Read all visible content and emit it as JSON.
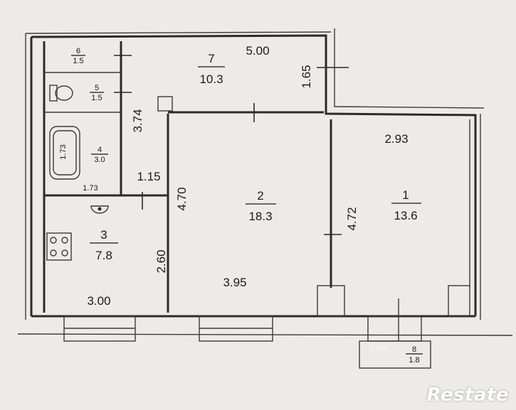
{
  "rooms": [
    {
      "id": "r6",
      "number": "6",
      "area": "1.5"
    },
    {
      "id": "r5",
      "number": "5",
      "area": "1.5"
    },
    {
      "id": "r4",
      "number": "4",
      "area": "3.0"
    },
    {
      "id": "r7",
      "number": "7",
      "area": "10.3"
    },
    {
      "id": "r2",
      "number": "2",
      "area": "18.3"
    },
    {
      "id": "r1",
      "number": "1",
      "area": "13.6"
    },
    {
      "id": "r3",
      "number": "3",
      "area": "7.8"
    },
    {
      "id": "r8",
      "number": "8",
      "area": "1.8"
    }
  ],
  "dimensions": {
    "corridor_length": "5.00",
    "corridor_width": "1.65",
    "wc_column": "3.74",
    "bath_length": "1.73",
    "bath_width": "1.73",
    "passage": "1.15",
    "room2_depth": "4.70",
    "room2_width": "3.95",
    "room1_width": "2.93",
    "room1_depth": "4.72",
    "kitchen_depth": "2.60",
    "kitchen_width": "3.00"
  },
  "watermark": "cian",
  "brand": "Restate"
}
